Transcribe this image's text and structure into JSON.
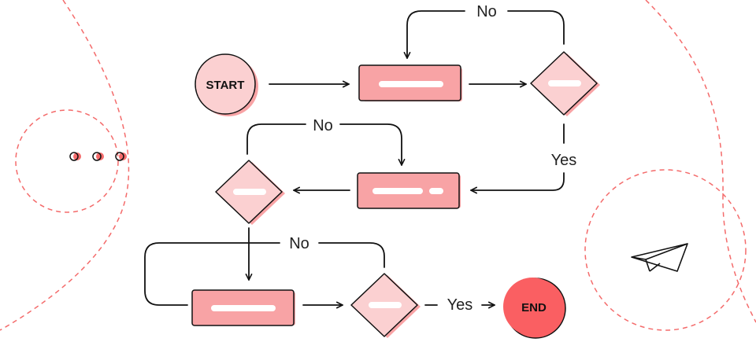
{
  "nodes": {
    "start": {
      "label": "START"
    },
    "end": {
      "label": "END"
    }
  },
  "edges": {
    "loop1_label": "No",
    "loop2_label": "No",
    "loop3_label": "No",
    "yes1_label": "Yes",
    "yes2_label": "Yes"
  },
  "colors": {
    "accent": "#f8a3a5",
    "accent_dark": "#fa5f62",
    "accent_light": "#fbd0d1",
    "dashed": "#f46b6b",
    "stroke": "#111111"
  },
  "icons": [
    "three-dots-icon",
    "paper-plane-icon"
  ]
}
